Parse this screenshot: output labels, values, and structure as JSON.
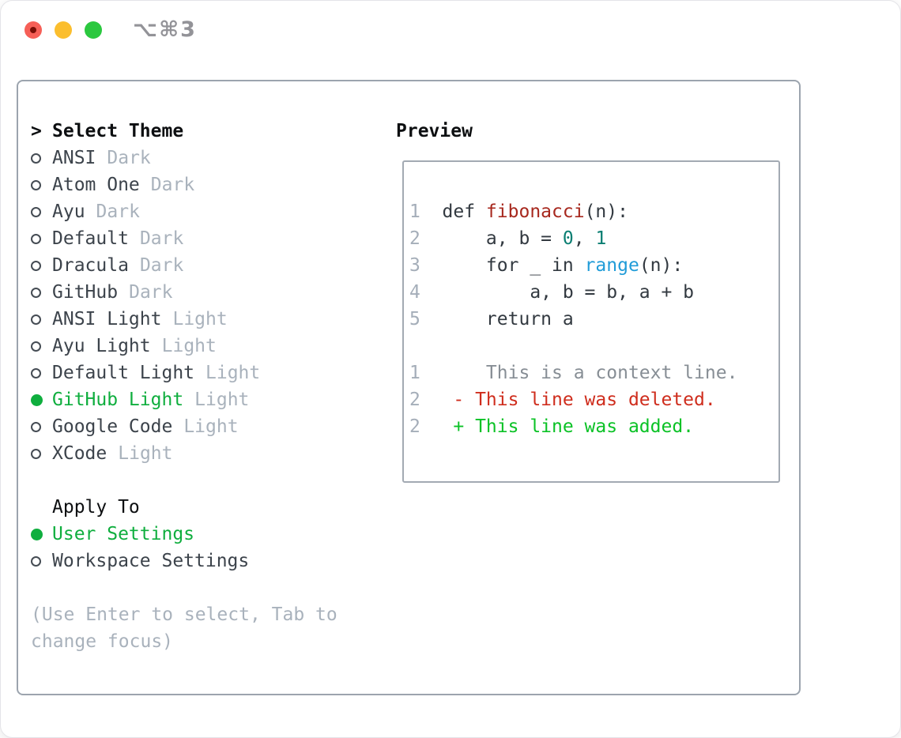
{
  "colors": {
    "win-bg": "#ffffff",
    "win-border": "#e4e4e8",
    "box-border": "#9ca4ae",
    "pbox-border": "#a3aab3",
    "heading": "#0d0f11",
    "name": "#3c434b",
    "variant": "#a9b2bc",
    "selected": "#0fae3e",
    "radio": "#454c54",
    "hint": "#a9b2bc",
    "code": "#323940",
    "lineno": "#a5aeb9",
    "func": "#a7281e",
    "number": "#0a7e72",
    "call": "#219cd8",
    "context": "#878e95",
    "deleted": "#cf2d1d",
    "added": "#0bc226",
    "title": "#939398",
    "tl-red": "#f65f57",
    "tl-red-dot": "#790e06",
    "tl-yellow": "#fbbe2e",
    "tl-green": "#2bc83f"
  },
  "window": {
    "title": "⌥⌘3"
  },
  "panel": {
    "prompt": ">",
    "select_heading": "Select Theme",
    "themes": [
      {
        "name": "ANSI",
        "variant": "Dark",
        "selected": false
      },
      {
        "name": "Atom One",
        "variant": "Dark",
        "selected": false
      },
      {
        "name": "Ayu",
        "variant": "Dark",
        "selected": false
      },
      {
        "name": "Default",
        "variant": "Dark",
        "selected": false
      },
      {
        "name": "Dracula",
        "variant": "Dark",
        "selected": false
      },
      {
        "name": "GitHub",
        "variant": "Dark",
        "selected": false
      },
      {
        "name": "ANSI Light",
        "variant": "Light",
        "selected": false
      },
      {
        "name": "Ayu Light",
        "variant": "Light",
        "selected": false
      },
      {
        "name": "Default Light",
        "variant": "Light",
        "selected": false
      },
      {
        "name": "GitHub Light",
        "variant": "Light",
        "selected": true
      },
      {
        "name": "Google Code",
        "variant": "Light",
        "selected": false
      },
      {
        "name": "XCode",
        "variant": "Light",
        "selected": false
      }
    ],
    "apply_heading": "Apply To",
    "apply_options": [
      {
        "label": "User Settings",
        "selected": true
      },
      {
        "label": "Workspace Settings",
        "selected": false
      }
    ],
    "hint": "(Use Enter to select, Tab to change focus)"
  },
  "preview": {
    "heading": "Preview",
    "lines": [
      [
        {
          "t": "1  ",
          "c": "ln"
        },
        {
          "t": "def ",
          "c": "pl"
        },
        {
          "t": "fibonacci",
          "c": "fn"
        },
        {
          "t": "(n):",
          "c": "pl"
        }
      ],
      [
        {
          "t": "2  ",
          "c": "ln"
        },
        {
          "t": "    a, b = ",
          "c": "pl"
        },
        {
          "t": "0",
          "c": "nm"
        },
        {
          "t": ", ",
          "c": "pl"
        },
        {
          "t": "1",
          "c": "nm"
        }
      ],
      [
        {
          "t": "3  ",
          "c": "ln"
        },
        {
          "t": "    for _ in ",
          "c": "pl"
        },
        {
          "t": "range",
          "c": "cl"
        },
        {
          "t": "(n):",
          "c": "pl"
        }
      ],
      [
        {
          "t": "4  ",
          "c": "ln"
        },
        {
          "t": "        a, b = b, a + b",
          "c": "pl"
        }
      ],
      [
        {
          "t": "5  ",
          "c": "ln"
        },
        {
          "t": "    return a",
          "c": "pl"
        }
      ],
      [],
      [
        {
          "t": "1  ",
          "c": "ln"
        },
        {
          "t": "    This is a context line.",
          "c": "cx"
        }
      ],
      [
        {
          "t": "2  ",
          "c": "ln"
        },
        {
          "t": " - This line was deleted.",
          "c": "dl"
        }
      ],
      [
        {
          "t": "2  ",
          "c": "ln"
        },
        {
          "t": " + This line was added.",
          "c": "ad"
        }
      ]
    ]
  }
}
